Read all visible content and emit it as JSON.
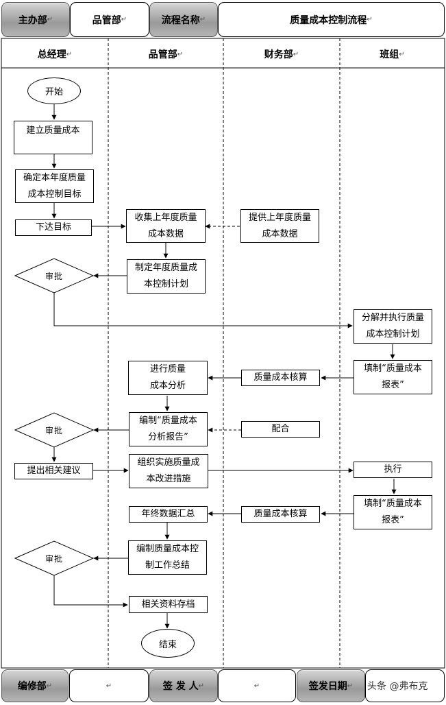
{
  "header": {
    "host_label": "主办部",
    "host_value": "品管部",
    "process_label": "流程名称",
    "process_value": "质量成本控制流程"
  },
  "lanes": [
    "总经理",
    "品管部",
    "财务部",
    "班组"
  ],
  "mark": "↵",
  "nodes": {
    "start": "开始",
    "n1": [
      "建立质量成本"
    ],
    "n2": [
      "确定本年度质量",
      "成本控制目标"
    ],
    "n3": [
      "下达目标"
    ],
    "n4": [
      "收集上年度质量",
      "成本数据"
    ],
    "n5": [
      "提供上年度质量",
      "成本数据"
    ],
    "n6": [
      "制定年度质量成",
      "本控制计划"
    ],
    "d1": "审批",
    "n7": [
      "分解并执行质量",
      "成本控制计划"
    ],
    "n8": [
      "进行质量",
      "成本分析"
    ],
    "n9": [
      "质量成本核算"
    ],
    "n10": [
      "填制“质量成本",
      "报表”"
    ],
    "n11": [
      "编制“质量成本",
      "分析报告”"
    ],
    "n12": [
      "配合"
    ],
    "d2": "审批",
    "n13": [
      "提出相关建议"
    ],
    "n14": [
      "组织实施质量成",
      "本改进措施"
    ],
    "n15": [
      "执行"
    ],
    "n16": [
      "年终数据汇总"
    ],
    "n17": [
      "质量成本核算"
    ],
    "n18": [
      "填制“质量成本",
      "报表”"
    ],
    "n19": [
      "编制质量成本控",
      "制工作总结"
    ],
    "d3": "审批",
    "n20": [
      "相关资料存档"
    ],
    "end": "结束"
  },
  "footer": {
    "editor_label": "编修部",
    "editor_value": "",
    "issuer_label": "签 发 人",
    "issuer_value": "",
    "date_label": "签发日期",
    "date_value": ""
  },
  "watermark": "头条 @弗布克"
}
